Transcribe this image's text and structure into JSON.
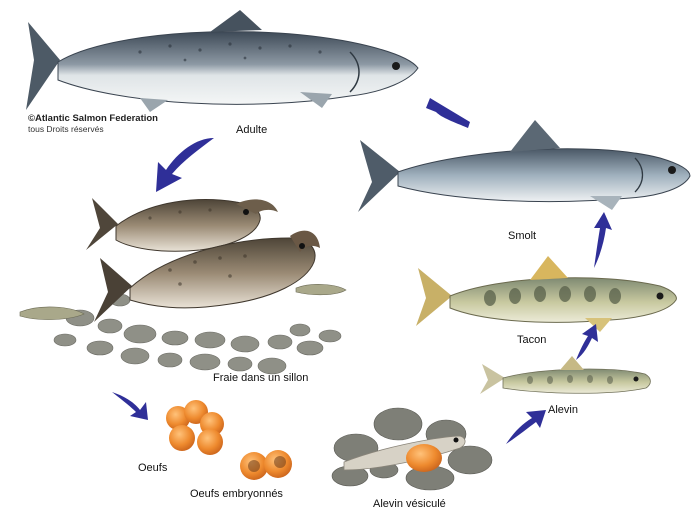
{
  "credit": {
    "line1": "©Atlantic Salmon Federation",
    "line2": "tous Droits réservés"
  },
  "stages": {
    "adulte": "Adulte",
    "smolt": "Smolt",
    "tacon": "Tacon",
    "alevin": "Alevin",
    "alevin_vesicule": "Alevin vésiculé",
    "oeufs": "Oeufs",
    "oeufs_embryonnes": "Oeufs embryonnés",
    "fraie": "Fraie dans un sillon"
  },
  "icons": {
    "arrow": "cycle-arrow-icon",
    "arrow_color": "#2f2f98"
  },
  "colors": {
    "salmon_back": "#5b6672",
    "salmon_belly": "#eef1f2",
    "spawner": "#7a6a58",
    "parr": "#c9c48a",
    "egg": "#e8832a",
    "gravel": "#8f9087"
  }
}
